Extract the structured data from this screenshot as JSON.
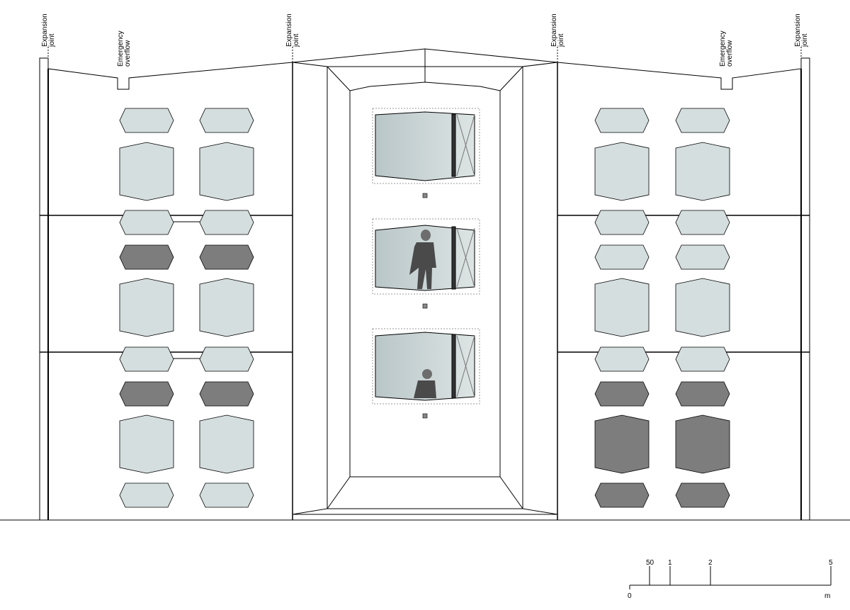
{
  "annotations": {
    "expansion_joint": [
      "Expansion",
      "joint"
    ],
    "emergency_overflow": [
      "Emergency",
      "overflow"
    ]
  },
  "scale_bar": {
    "ticks": [
      "50",
      "1",
      "2",
      "5"
    ],
    "zero": "0",
    "unit": "m"
  },
  "colors": {
    "line": "#000000",
    "glass": "#d5dedf",
    "dark_panel": "#7d7d7d",
    "wall": "#ffffff"
  },
  "window_tone": [
    "light",
    "light",
    "light",
    "dark",
    "light",
    "light",
    "dark",
    "light",
    "light"
  ],
  "right_window_tone": [
    "light",
    "light",
    "light",
    "light",
    "light",
    "light",
    "dark",
    "dark",
    "dark"
  ]
}
